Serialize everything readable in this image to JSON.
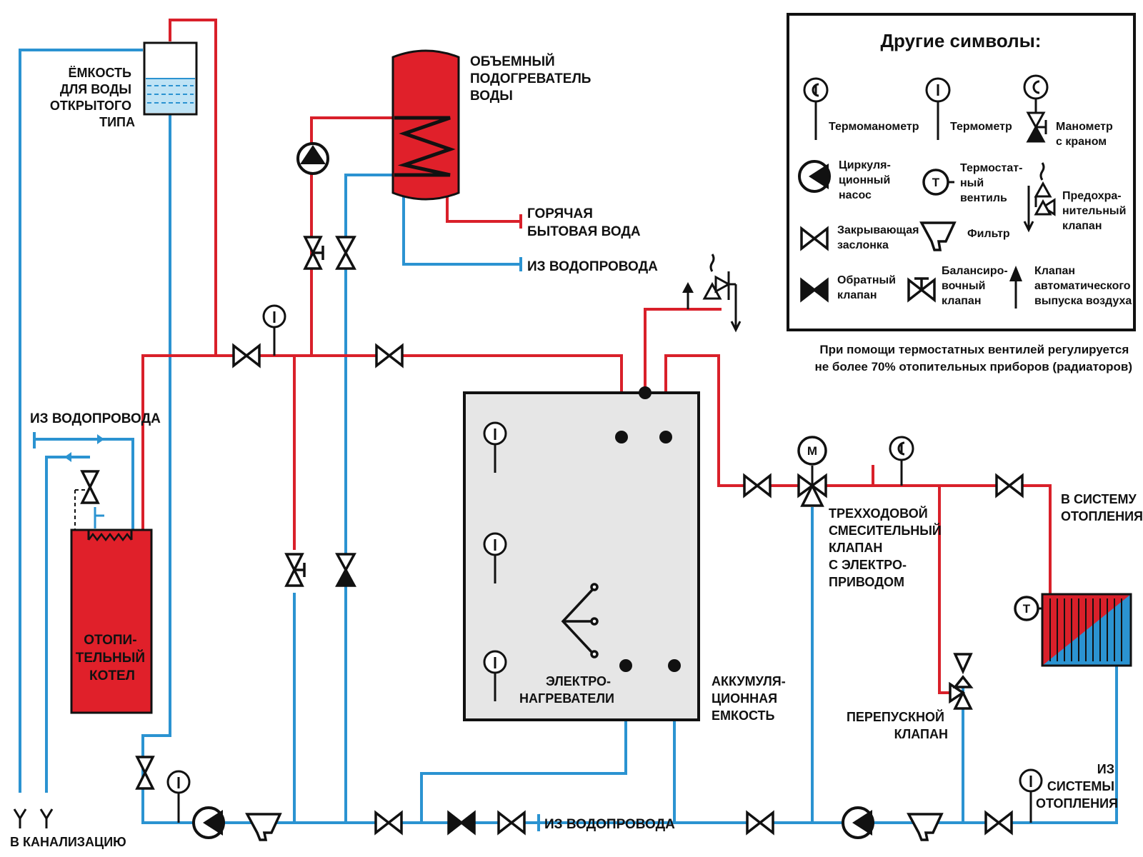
{
  "labels": {
    "open_tank": [
      "ЁМКОСТЬ",
      "ДЛЯ ВОДЫ",
      "ОТКРЫТОГО",
      "ТИПА"
    ],
    "water_heater": [
      "ОБЪЕМНЫЙ",
      "ПОДОГРЕВАТЕЛЬ",
      "ВОДЫ"
    ],
    "hot_water": [
      "ГОРЯЧАЯ",
      "БЫТОВАЯ ВОДА"
    ],
    "from_supply_top": "ИЗ ВОДОПРОВОДА",
    "from_supply_left": "ИЗ ВОДОПРОВОДА",
    "from_supply_bottom": "ИЗ ВОДОПРОВОДА",
    "boiler": [
      "ОТОПИ-",
      "ТЕЛЬНЫЙ",
      "КОТЕЛ"
    ],
    "drain": "В КАНАЛИЗАЦИЮ",
    "electric_heaters": [
      "ЭЛЕКТРО-",
      "НАГРЕВАТЕЛИ"
    ],
    "accumulator": [
      "АККУМУЛЯ-",
      "ЦИОННАЯ",
      "ЕМКОСТЬ"
    ],
    "three_way_valve": [
      "ТРЕХХОДОВОЙ",
      "СМЕСИТЕЛЬНЫЙ",
      "КЛАПАН",
      "С ЭЛЕКТРО-",
      "ПРИВОДОМ"
    ],
    "to_heating": [
      "В СИСТЕМУ",
      "ОТОПЛЕНИЯ"
    ],
    "bypass_valve": [
      "ПЕРЕПУСКНОЙ",
      "КЛАПАН"
    ],
    "from_heating": [
      "ИЗ",
      "СИСТЕМЫ",
      "ОТОПЛЕНИЯ"
    ],
    "note": [
      "При помощи термостатных вентилей регулируется",
      "не более 70% отопительных приборов (радиаторов)"
    ]
  },
  "legend": {
    "title": "Другие символы:",
    "thermomanometer": "Термоманометр",
    "thermometer": "Термометр",
    "manometer": [
      "Манометр",
      "с краном"
    ],
    "pump": [
      "Циркуля-",
      "ционный",
      "насос"
    ],
    "thermostatic_valve": [
      "Термостат-",
      "ный",
      "вентиль"
    ],
    "safety_valve": [
      "Предохра-",
      "нительный",
      "клапан"
    ],
    "shutoff_valve": [
      "Закрывающая",
      "заслонка"
    ],
    "filter": "Фильтр",
    "check_valve": [
      "Обратный",
      "клапан"
    ],
    "balancing_valve": [
      "Балансиро-",
      "вочный",
      "клапан"
    ],
    "air_vent": [
      "Клапан",
      "автоматического",
      "выпуска воздуха"
    ]
  },
  "symbol_letters": {
    "motor": "M",
    "thermostat": "T"
  },
  "colors": {
    "hot": "#d9202a",
    "cold": "#2b93d1",
    "tank": "#e6e6e6",
    "line": "#111111"
  }
}
